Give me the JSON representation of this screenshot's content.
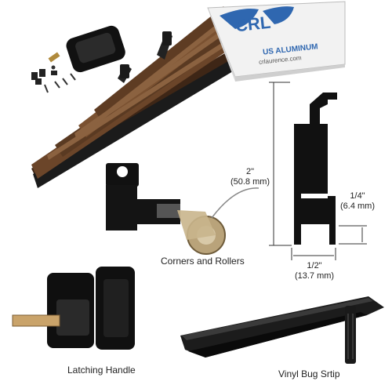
{
  "box": {
    "brand_text": "CRL",
    "brand_sub": "US ALUMINUM",
    "url_text": "crlaurence.com"
  },
  "captions": {
    "corners_rollers": "Corners and Rollers",
    "latching_handle": "Latching Handle",
    "vinyl_strip": "Vinyl Bug Srtip"
  },
  "dimensions": {
    "height_in": "2\"",
    "height_mm": "(50.8 mm)",
    "lip_in": "1/4\"",
    "lip_mm": "(6.4 mm)",
    "width_in": "1/2\"",
    "width_mm": "(13.7 mm)"
  },
  "colors": {
    "bronze": "#5a3a22",
    "black": "#1a1a1a",
    "box_blue": "#2f67b0"
  }
}
